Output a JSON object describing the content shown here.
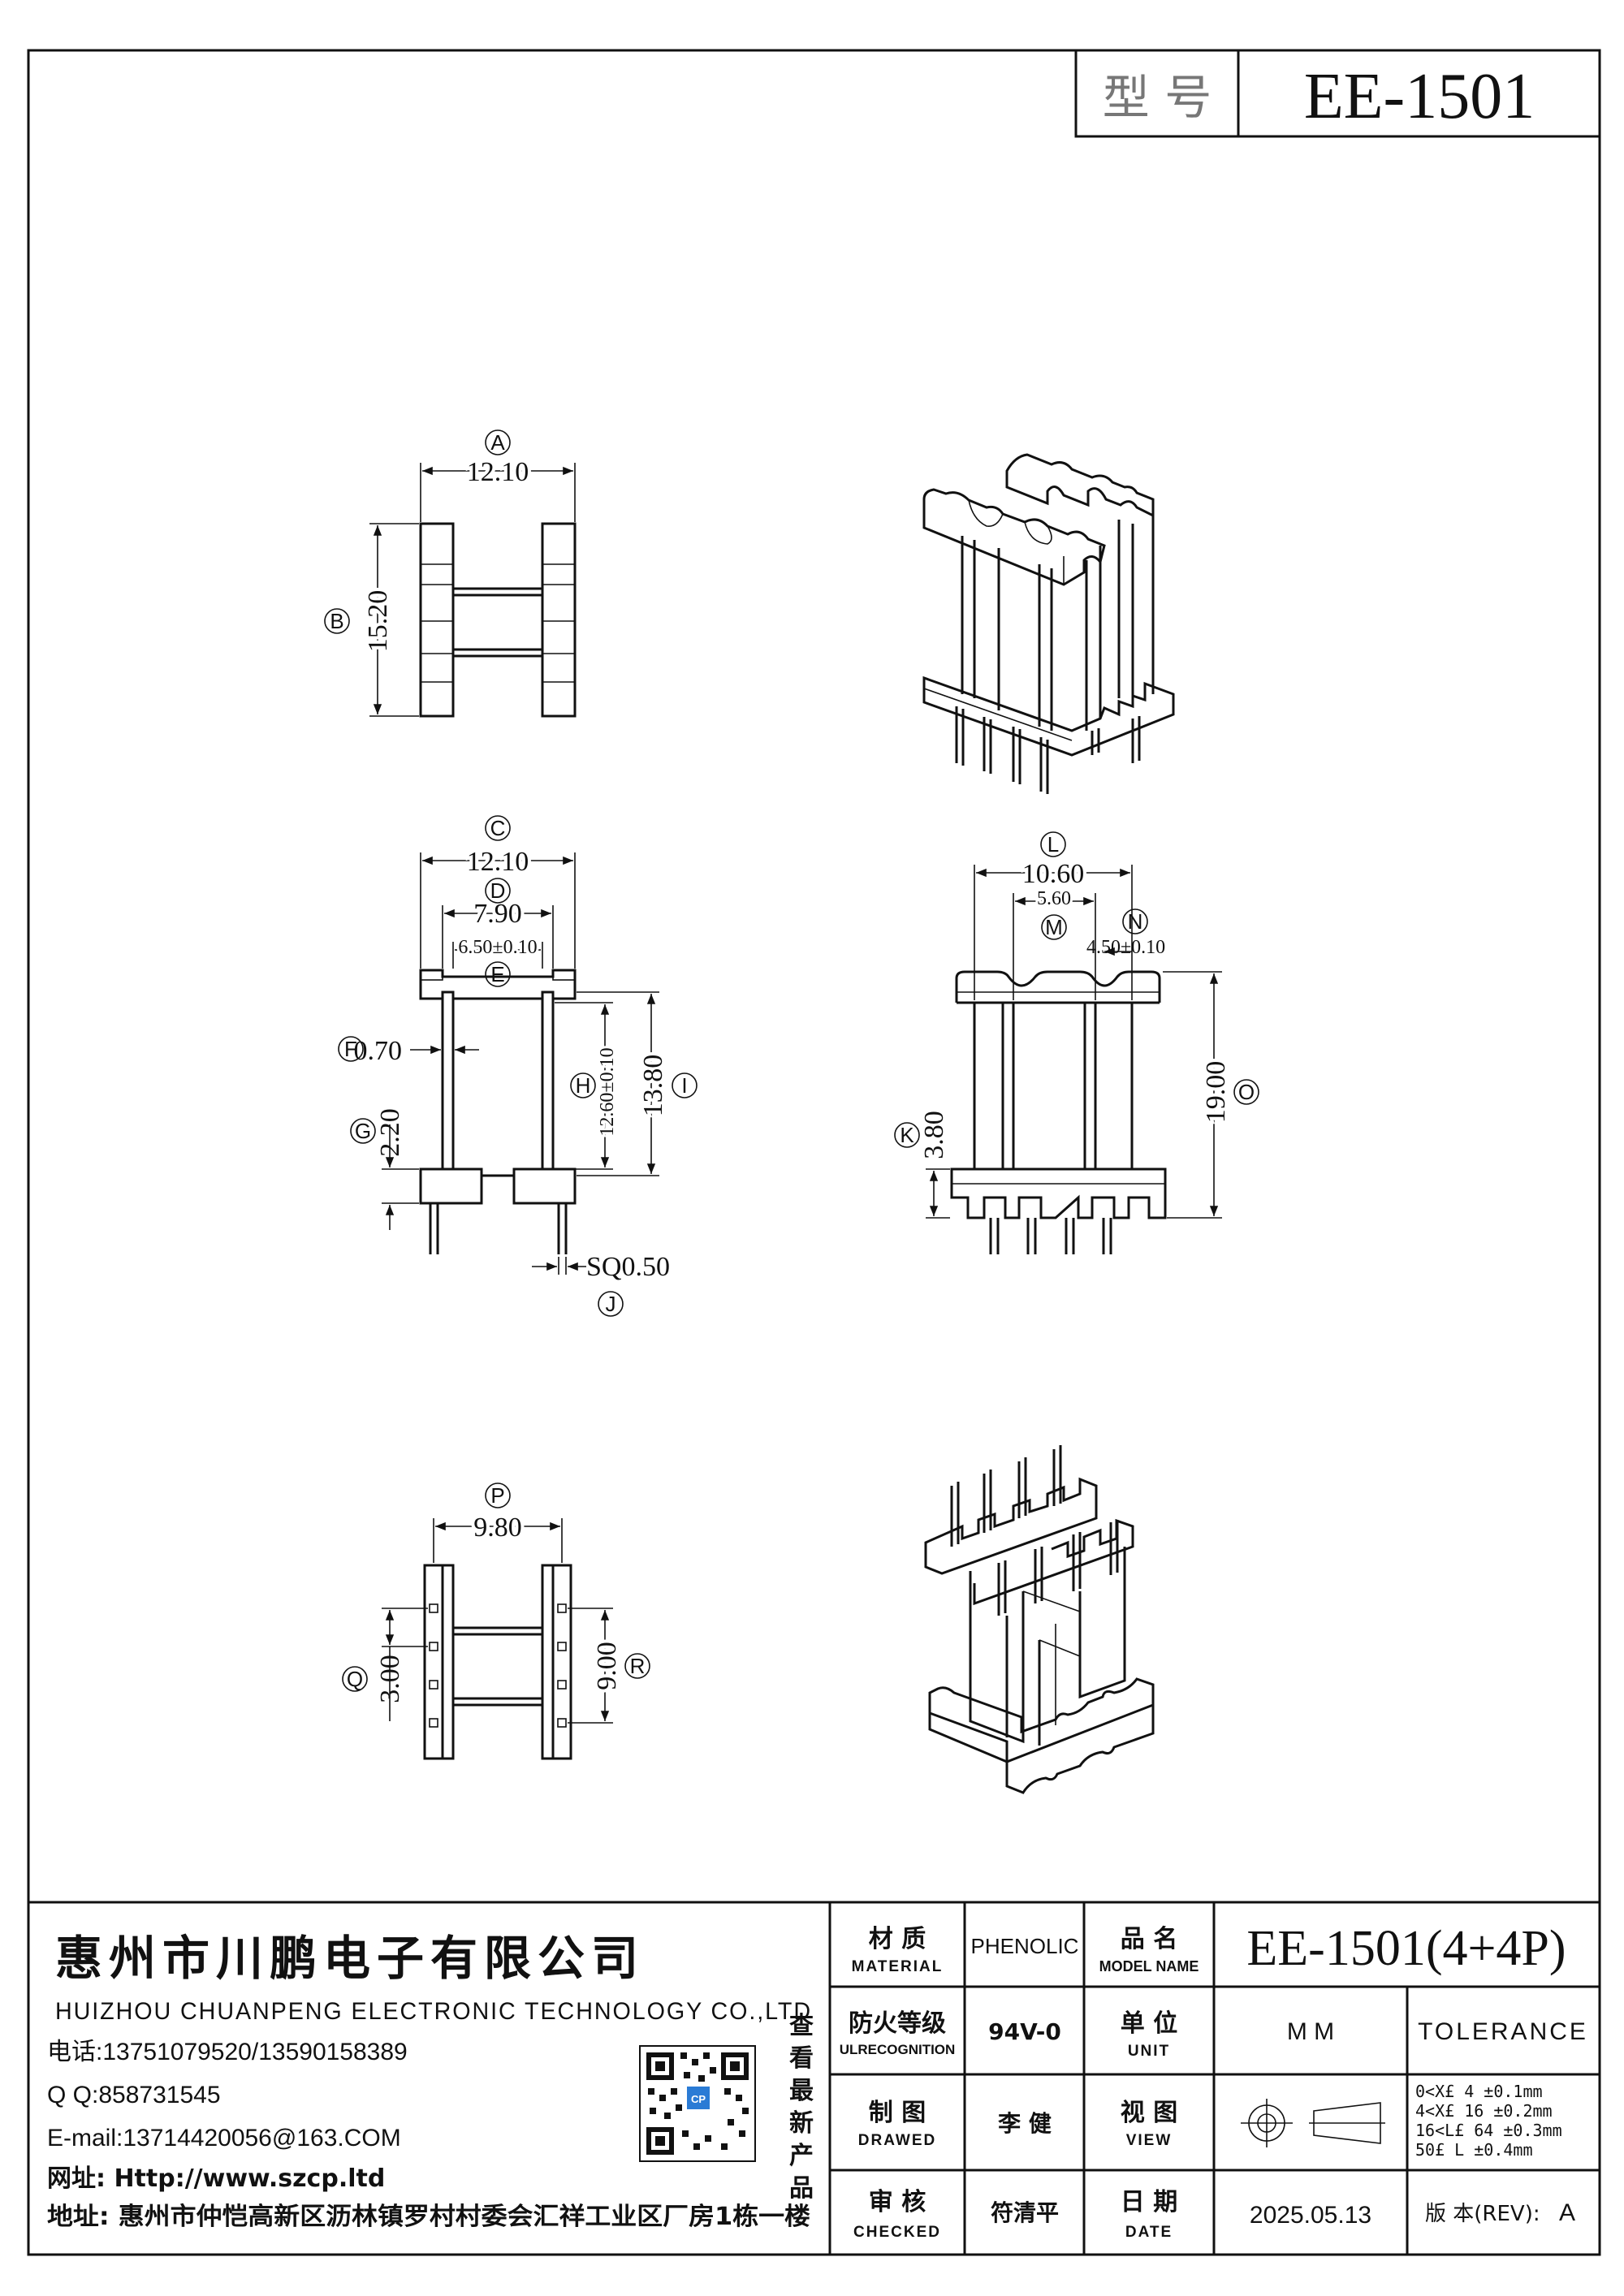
{
  "header": {
    "model_label": "型 号",
    "model_value": "EE-1501"
  },
  "dimensions": {
    "A": {
      "letter": "A",
      "value": "12.10"
    },
    "B": {
      "letter": "B",
      "value": "15.20"
    },
    "C": {
      "letter": "C",
      "value": "12.10"
    },
    "D": {
      "letter": "D",
      "value": "7.90"
    },
    "E": {
      "letter": "E",
      "value": "6.50±0.10"
    },
    "F": {
      "letter": "F",
      "value": "0.70"
    },
    "G": {
      "letter": "G",
      "value": "2.20"
    },
    "H": {
      "letter": "H",
      "value": "12.60±0.10"
    },
    "I": {
      "letter": "I",
      "value": "13.80"
    },
    "J": {
      "letter": "J",
      "value": "SQ0.50"
    },
    "K": {
      "letter": "K",
      "value": "3.80"
    },
    "L": {
      "letter": "L",
      "value": "10.60"
    },
    "M": {
      "letter": "M",
      "value": "5.60"
    },
    "N": {
      "letter": "N",
      "value": "4.50±0.10"
    },
    "O": {
      "letter": "O",
      "value": "19.00"
    },
    "P": {
      "letter": "P",
      "value": "9.80"
    },
    "Q": {
      "letter": "Q",
      "value": "3.00"
    },
    "R": {
      "letter": "R",
      "value": "9.00"
    }
  },
  "company": {
    "name_cn": "惠州市川鹏电子有限公司",
    "name_en": "HUIZHOU CHUANPENG ELECTRONIC TECHNOLOGY CO.,LTD",
    "phone": "电话:13751079520/13590158389",
    "qq": "Q Q:858731545",
    "email": "E-mail:13714420056@163.COM",
    "website": "网址: Http://www.szcp.ltd",
    "address": "地址: 惠州市仲恺高新区沥林镇罗村村委会汇祥工业区厂房1栋一楼",
    "qr_caption": [
      "查",
      "看",
      "最",
      "新",
      "产",
      "品"
    ],
    "qr_logo": "CP"
  },
  "title_block": {
    "material_cn": "材 质",
    "material_en": "MATERIAL",
    "material_value": "PHENOLIC",
    "ul_cn": "防火等级",
    "ul_en": "ULRECOGNITION",
    "ul_value": "94V-0",
    "drawed_cn": "制 图",
    "drawed_en": "DRAWED",
    "drawed_value": "李 健",
    "checked_cn": "审 核",
    "checked_en": "CHECKED",
    "checked_value": "符清平",
    "model_cn": "品 名",
    "model_en": "MODEL NAME",
    "model_value": "EE-1501(4+4P)",
    "unit_cn": "单 位",
    "unit_en": "UNIT",
    "unit_value": "M M",
    "tolerance_label": "TOLERANCE",
    "view_cn": "视 图",
    "view_en": "VIEW",
    "tolerances": [
      "0<X£ 4    ±0.1mm",
      "4<X£ 16  ±0.2mm",
      "16<L£ 64 ±0.3mm",
      "50£ L     ±0.4mm"
    ],
    "date_cn": "日 期",
    "date_en": "DATE",
    "date_value": "2025.05.13",
    "rev_label": "版 本(REV):",
    "rev_value": "A"
  }
}
